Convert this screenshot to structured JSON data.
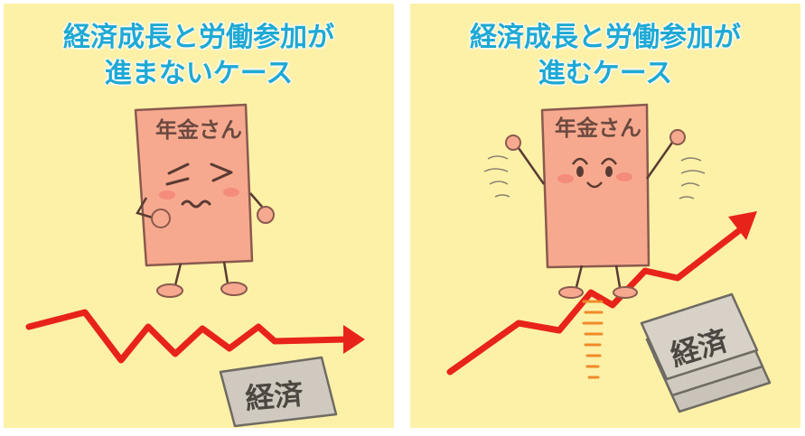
{
  "panels": [
    {
      "title_line1": "経済成長と労働参加が",
      "title_line2": "進まないケース",
      "character_label": "年金さん",
      "bill_label": "経済"
    },
    {
      "title_line1": "経済成長と労働参加が",
      "title_line2": "進むケース",
      "character_label": "年金さん",
      "bill_label": "経済"
    }
  ],
  "colors": {
    "background": "#fdf1a7",
    "title": "#1fa9d4",
    "character": "#f7a98f",
    "arrow": "#e8231a",
    "bill": "#c9c3b9"
  }
}
